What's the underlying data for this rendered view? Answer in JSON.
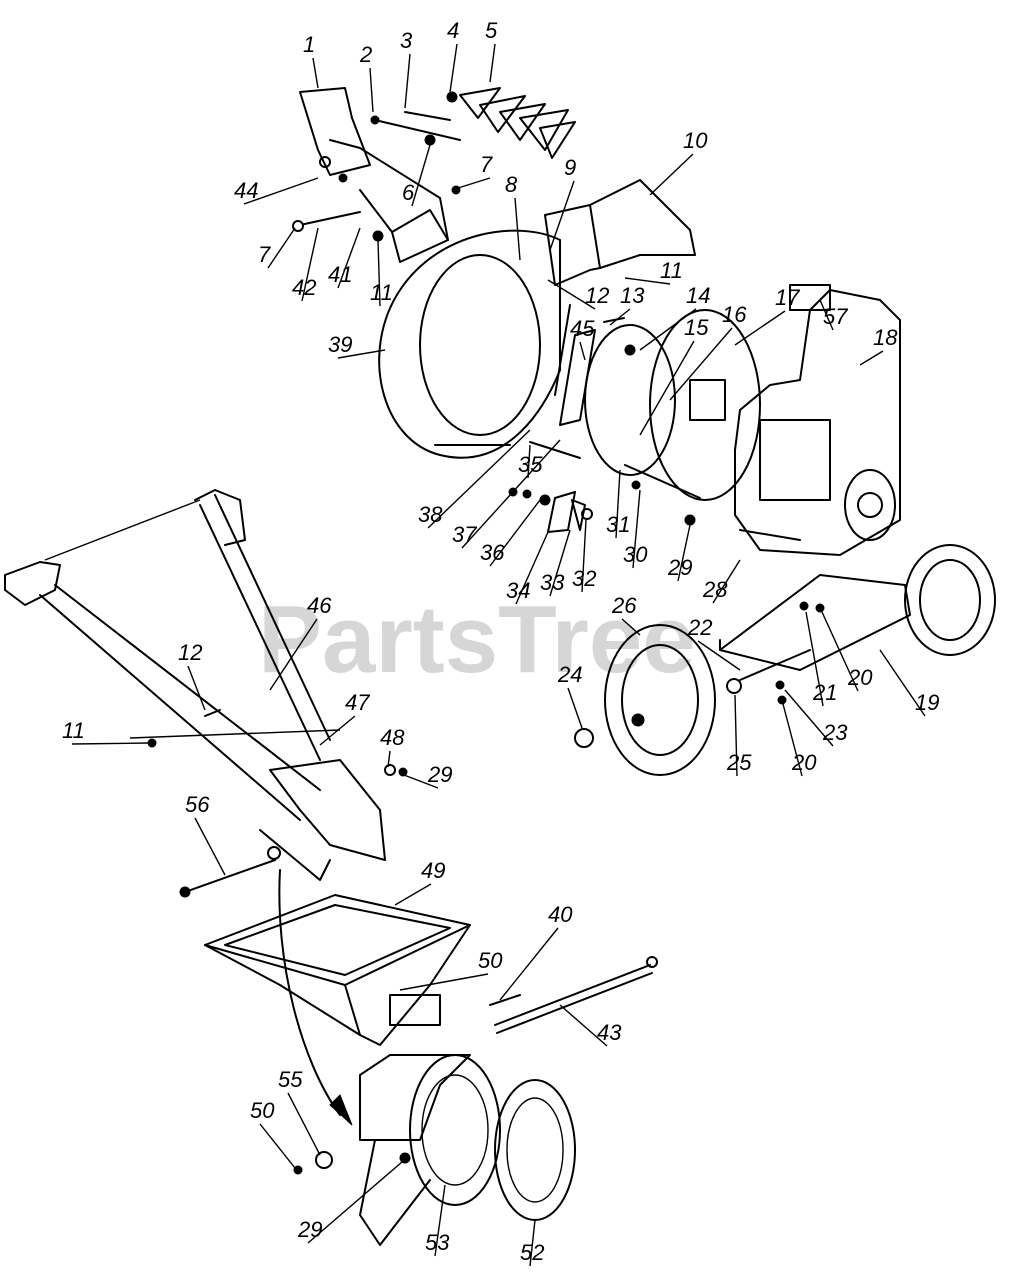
{
  "watermark": "PartsTree",
  "callouts": [
    {
      "id": "c1",
      "text": "1"
    },
    {
      "id": "c2",
      "text": "2"
    },
    {
      "id": "c3",
      "text": "3"
    },
    {
      "id": "c4",
      "text": "4"
    },
    {
      "id": "c5",
      "text": "5"
    },
    {
      "id": "c6",
      "text": "6"
    },
    {
      "id": "c7a",
      "text": "7"
    },
    {
      "id": "c7b",
      "text": "7"
    },
    {
      "id": "c8",
      "text": "8"
    },
    {
      "id": "c9",
      "text": "9"
    },
    {
      "id": "c10",
      "text": "10"
    },
    {
      "id": "c11a",
      "text": "11"
    },
    {
      "id": "c11b",
      "text": "11"
    },
    {
      "id": "c11c",
      "text": "11"
    },
    {
      "id": "c12a",
      "text": "12"
    },
    {
      "id": "c12b",
      "text": "12"
    },
    {
      "id": "c13",
      "text": "13"
    },
    {
      "id": "c14",
      "text": "14"
    },
    {
      "id": "c15",
      "text": "15"
    },
    {
      "id": "c16",
      "text": "16"
    },
    {
      "id": "c17",
      "text": "17"
    },
    {
      "id": "c18",
      "text": "18"
    },
    {
      "id": "c19",
      "text": "19"
    },
    {
      "id": "c20a",
      "text": "20"
    },
    {
      "id": "c20b",
      "text": "20"
    },
    {
      "id": "c21",
      "text": "21"
    },
    {
      "id": "c22",
      "text": "22"
    },
    {
      "id": "c23",
      "text": "23"
    },
    {
      "id": "c24",
      "text": "24"
    },
    {
      "id": "c25",
      "text": "25"
    },
    {
      "id": "c26",
      "text": "26"
    },
    {
      "id": "c28",
      "text": "28"
    },
    {
      "id": "c29a",
      "text": "29"
    },
    {
      "id": "c29b",
      "text": "29"
    },
    {
      "id": "c29c",
      "text": "29"
    },
    {
      "id": "c30",
      "text": "30"
    },
    {
      "id": "c31",
      "text": "31"
    },
    {
      "id": "c32",
      "text": "32"
    },
    {
      "id": "c33",
      "text": "33"
    },
    {
      "id": "c34",
      "text": "34"
    },
    {
      "id": "c35",
      "text": "35"
    },
    {
      "id": "c36",
      "text": "36"
    },
    {
      "id": "c37",
      "text": "37"
    },
    {
      "id": "c38",
      "text": "38"
    },
    {
      "id": "c39",
      "text": "39"
    },
    {
      "id": "c40",
      "text": "40"
    },
    {
      "id": "c41",
      "text": "41"
    },
    {
      "id": "c42",
      "text": "42"
    },
    {
      "id": "c43",
      "text": "43"
    },
    {
      "id": "c44",
      "text": "44"
    },
    {
      "id": "c45",
      "text": "45"
    },
    {
      "id": "c46",
      "text": "46"
    },
    {
      "id": "c47",
      "text": "47"
    },
    {
      "id": "c48",
      "text": "48"
    },
    {
      "id": "c49",
      "text": "49"
    },
    {
      "id": "c50a",
      "text": "50"
    },
    {
      "id": "c50b",
      "text": "50"
    },
    {
      "id": "c52",
      "text": "52"
    },
    {
      "id": "c53",
      "text": "53"
    },
    {
      "id": "c55",
      "text": "55"
    },
    {
      "id": "c56",
      "text": "56"
    },
    {
      "id": "c57",
      "text": "57"
    }
  ]
}
